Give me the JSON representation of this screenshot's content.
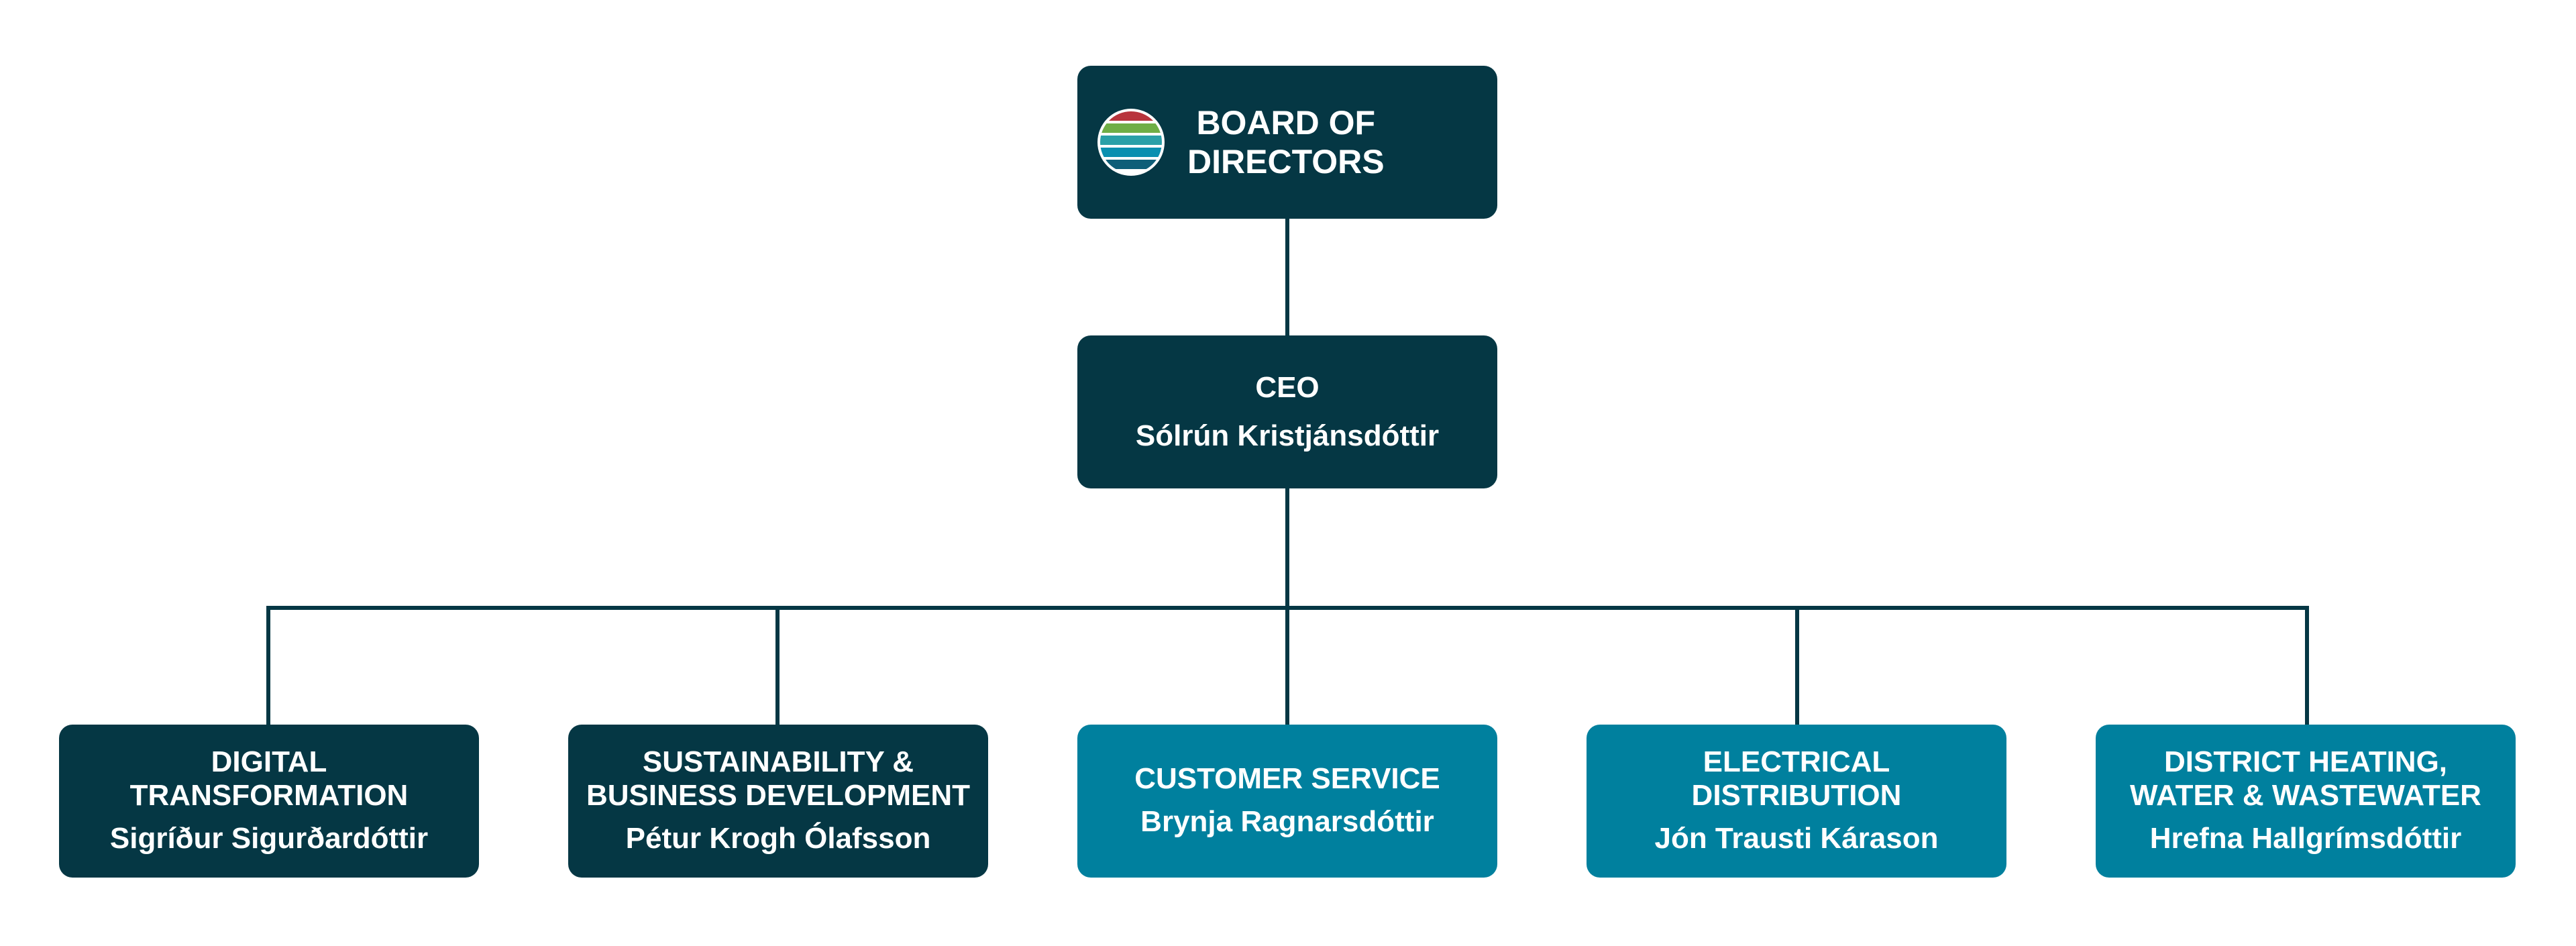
{
  "colors": {
    "dark_node": "#053744",
    "teal_node": "#00809e",
    "connector": "#053744",
    "logo_stripes": [
      "#b8343c",
      "#6fae46",
      "#2aa0a8",
      "#0a8fb0",
      "#0f5e78"
    ]
  },
  "board": {
    "title_line1": "BOARD OF",
    "title_line2": "DIRECTORS",
    "logo_icon": "striped-globe-logo"
  },
  "ceo": {
    "role": "CEO",
    "name": "Sólrún Kristjánsdóttir"
  },
  "departments": [
    {
      "role": "DIGITAL\nTRANSFORMATION",
      "name": "Sigríður Sigurðardóttir",
      "style": "dark"
    },
    {
      "role": "SUSTAINABILITY &\nBUSINESS DEVELOPMENT",
      "name": "Pétur Krogh Ólafsson",
      "style": "dark"
    },
    {
      "role": "CUSTOMER SERVICE",
      "name": "Brynja Ragnarsdóttir",
      "style": "teal"
    },
    {
      "role": "ELECTRICAL\nDISTRIBUTION",
      "name": "Jón Trausti Kárason",
      "style": "teal"
    },
    {
      "role": "DISTRICT HEATING,\nWATER & WASTEWATER",
      "name": "Hrefna Hallgrímsdóttir",
      "style": "teal"
    }
  ]
}
